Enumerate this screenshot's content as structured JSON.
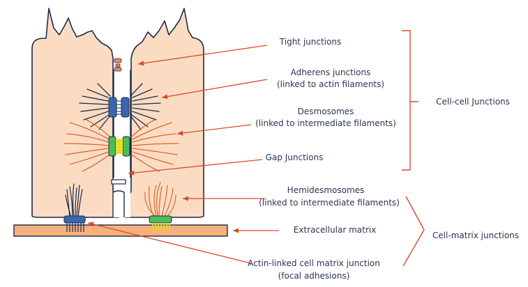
{
  "labels": {
    "tight": "Tight junctions",
    "adherens_1": "Adherens junctions",
    "adherens_2": "(linked to actin filaments)",
    "desmo_1": "Desmosomes",
    "desmo_2": "(linked to intermediate filaments)",
    "gap": "Gap Junctions",
    "hemi_1": "Hemidesmosomes",
    "hemi_2": "(linked to intermediate filaments)",
    "ecm": "Extracellular matrix",
    "actin_1": "Actin-linked cell matrix junction",
    "actin_2": "(focal adhesions)",
    "cell_cell": "Cell-cell Junctions",
    "cell_matrix": "Cell-matrix junctions"
  },
  "colors": {
    "cell": "#fbdcc3",
    "outline": "#1d2a4a",
    "arrow": "#d94a2a",
    "adherens": "#3a66b0",
    "desmo_plaque": "#4dbb56",
    "desmo_link": "#f2e233",
    "intermediate_filament": "#e0642a",
    "matrix": "#f6b07c"
  }
}
